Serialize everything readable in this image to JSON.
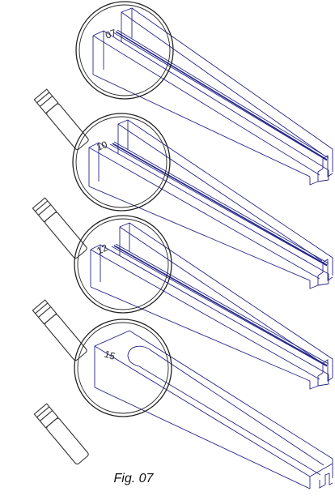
{
  "caption": "Fig. 07",
  "magnifiers": [
    {
      "label": "07"
    },
    {
      "label": "10"
    },
    {
      "label": "12"
    },
    {
      "label": "15"
    }
  ],
  "colors": {
    "outline": "#26268a",
    "handle": "#333333",
    "lens": "#222222"
  }
}
